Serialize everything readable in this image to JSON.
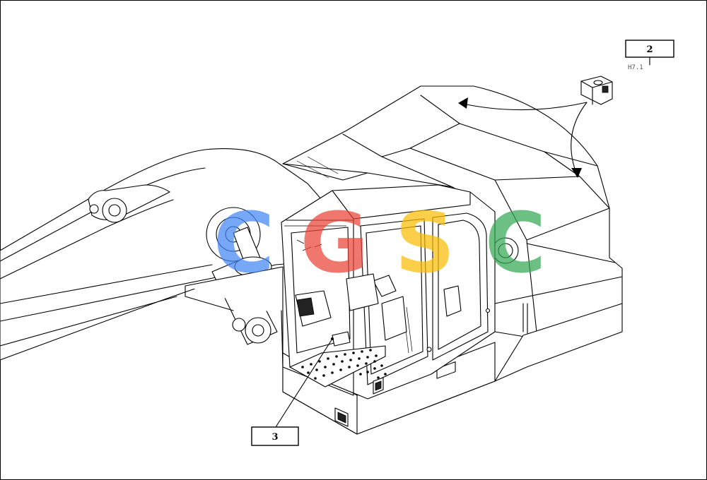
{
  "callouts": [
    {
      "id": "2",
      "label": "2",
      "ref": "H7.1"
    },
    {
      "id": "3",
      "label": "3"
    }
  ],
  "watermark": {
    "letters": [
      "C",
      "G",
      "S",
      "C"
    ],
    "colors": [
      "#4285F4",
      "#EA4335",
      "#FBBC05",
      "#34A853"
    ],
    "opacity": 0.72
  },
  "colors": {
    "line": "#000000",
    "background": "#ffffff"
  }
}
